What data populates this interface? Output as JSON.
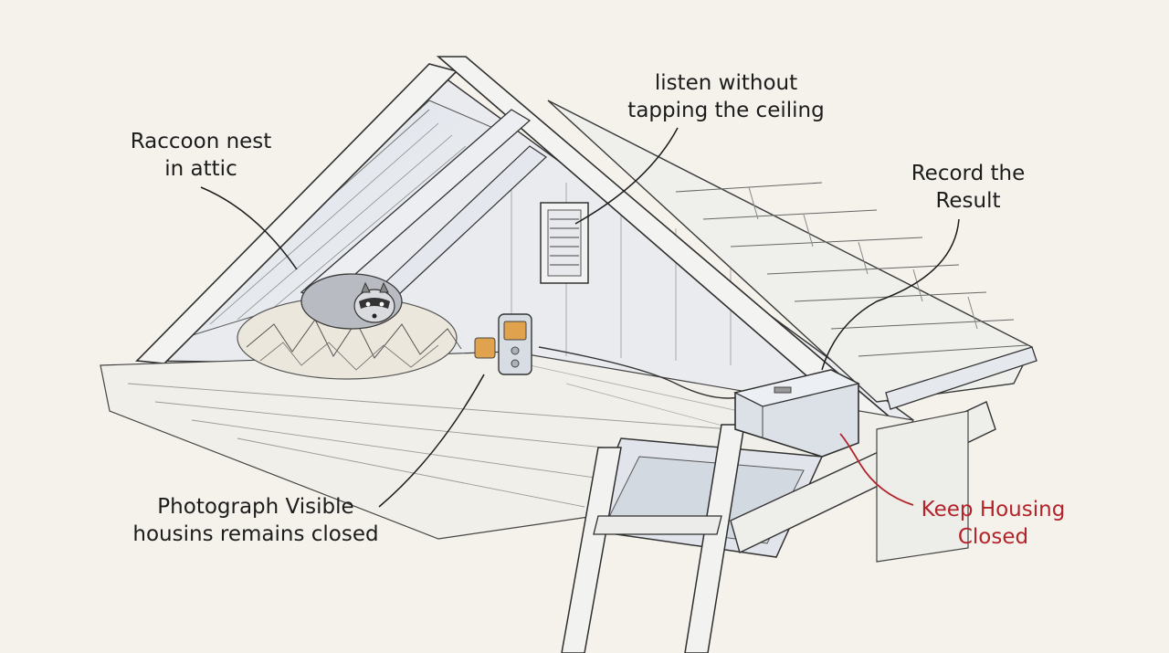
{
  "labels": {
    "nest": {
      "line1": "Raccoon nest",
      "line2": "in attic"
    },
    "listen": {
      "line1": "listen without",
      "line2": "tapping the ceiling"
    },
    "record": {
      "line1": "Record the",
      "line2": "Result"
    },
    "photo": {
      "line1": "Photograph Visible",
      "line2": "housins remains closed"
    },
    "keep": {
      "line1": "Keep Housing",
      "line2": "Closed"
    }
  },
  "colors": {
    "background": "#f5f2eb",
    "ink": "#1c1c1c",
    "accent_red": "#b3232a",
    "wood_shadow": "#c9d0dc",
    "device_orange": "#e0a24c"
  }
}
